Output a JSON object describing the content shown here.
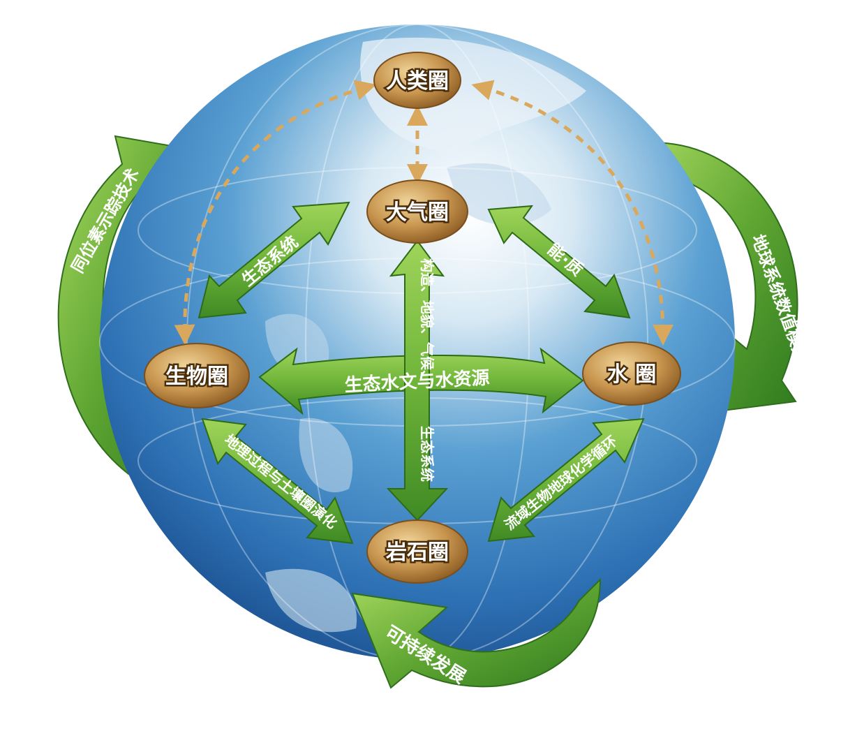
{
  "nodes": {
    "human": "人类圈",
    "atmosphere": "大气圈",
    "biosphere": "生物圈",
    "hydrosphere": "水 圈",
    "lithosphere": "岩石圈"
  },
  "links": {
    "bio_atmo": "生态系统",
    "atmo_hydro": "能·质",
    "bio_hydro": "生态水文与水资源",
    "atmo_litho_upper": "构造、地貌、气候、",
    "atmo_litho_lower": "生态系统",
    "bio_litho": "地理过程与土壤圈演化",
    "hydro_litho": "流域生物地球化学循环"
  },
  "outer_arrows": {
    "left": "同位素示踪技术",
    "right": "地球系统数值模拟",
    "bottom": "可持续发展"
  },
  "colors": {
    "ocean": "#2f7fc1",
    "land": "#cfe3ef",
    "node_fill": "#b98a4b",
    "green_arrow": "#6fb53a",
    "dashed": "#d9a85c"
  }
}
